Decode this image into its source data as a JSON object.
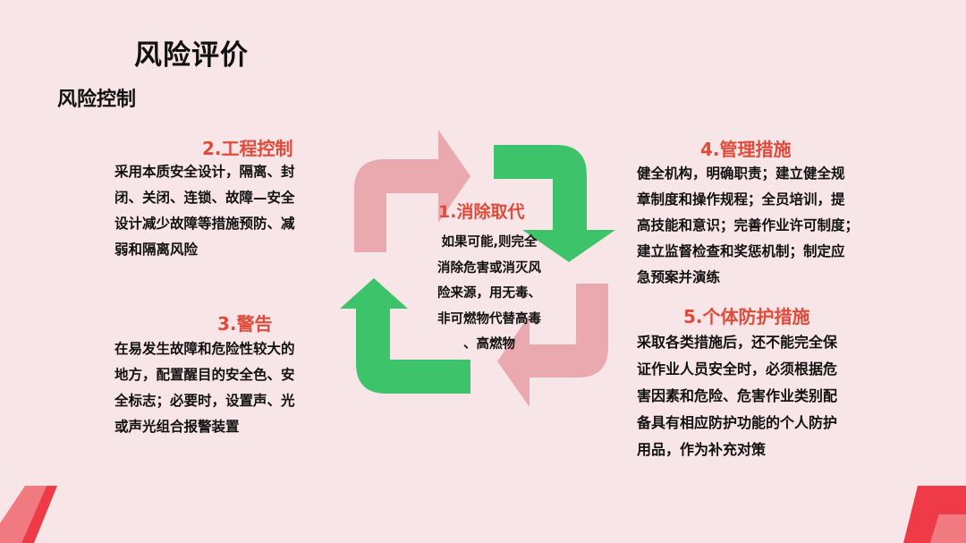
{
  "title": "风险评价",
  "subtitle": "风险控制",
  "center": {
    "heading": "1.消除取代",
    "lines": [
      "如果可能,则完全",
      "消除危害或消灭风",
      "险来源，用无毒、",
      "非可燃物代替高毒",
      "、高燃物"
    ]
  },
  "engineering": {
    "heading": "2.工程控制",
    "lines": [
      "采用本质安全设计，隔离、封",
      "闭、关闭、连锁、故障—安全",
      "设计减少故障等措施预防、减",
      "弱和隔离风险"
    ]
  },
  "warning": {
    "heading": "3.警告",
    "lines": [
      "在易发生故障和危险性较大的",
      "地方，配置醒目的安全色、安",
      "全标志；必要时，设置声、光",
      "或声光组合报警装置"
    ]
  },
  "management": {
    "heading": "4.管理措施",
    "lines": [
      "健全机构，明确职责；建立健全规",
      "章制度和操作规程；全员培训，提",
      "高技能和意识；完善作业许可制度；",
      "建立监督检查和奖惩机制；制定应",
      "急预案并演练"
    ]
  },
  "ppe": {
    "heading": "5.个体防护措施",
    "lines": [
      "采取各类措施后，还不能完全保",
      "证作业人员安全时，必须根据危",
      "害因素和危险、危害作业类别配",
      "备具有相应防护功能的个人防护",
      "用品，作为补充对策"
    ]
  },
  "colors": {
    "accent_red": "#e04a3a",
    "arrow_pink": "#e9a9ae",
    "arrow_green": "#3dc46a",
    "background": "#f8e5e7",
    "corner_red": "#ee3b47"
  }
}
